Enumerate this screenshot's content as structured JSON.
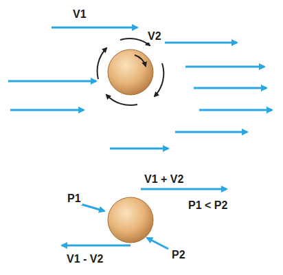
{
  "diagram": {
    "labels": [
      "V1",
      "V2",
      "V1 + V2",
      "P1",
      "P1 < P2",
      "V1 - V2",
      "P2"
    ]
  }
}
